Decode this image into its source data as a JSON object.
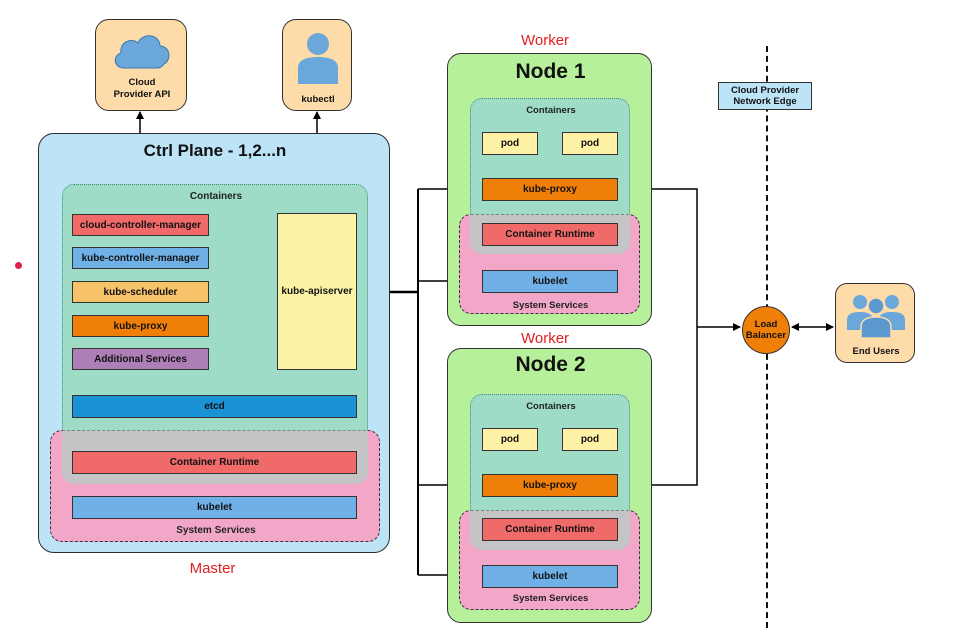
{
  "cloud_api": {
    "label": "Cloud\nProvider API"
  },
  "kubectl": {
    "label": "kubectl"
  },
  "master": {
    "title": "Ctrl Plane - 1,2...n",
    "caption": "Master",
    "containers_label": "Containers",
    "components": [
      "cloud-controller-manager",
      "kube-controller-manager",
      "kube-scheduler",
      "kube-proxy",
      "Additional Services"
    ],
    "apiserver": "kube-apiserver",
    "etcd": "etcd",
    "container_runtime": "Container Runtime",
    "kubelet": "kubelet",
    "system_services_label": "System Services"
  },
  "nodes": [
    {
      "caption": "Worker",
      "title": "Node 1",
      "containers_label": "Containers",
      "pods": [
        "pod",
        "pod"
      ],
      "kube_proxy": "kube-proxy",
      "container_runtime": "Container Runtime",
      "kubelet": "kubelet",
      "system_services_label": "System Services"
    },
    {
      "caption": "Worker",
      "title": "Node 2",
      "containers_label": "Containers",
      "pods": [
        "pod",
        "pod"
      ],
      "kube_proxy": "kube-proxy",
      "container_runtime": "Container Runtime",
      "kubelet": "kubelet",
      "system_services_label": "System Services"
    }
  ],
  "network_edge": {
    "label": "Cloud Provider\nNetwork Edge"
  },
  "load_balancer": {
    "label": "Load\nBalancer"
  },
  "end_users": {
    "label": "End Users"
  },
  "colors": {
    "master_bg": "#bde3f7",
    "containers_bg": "#9fdcc7",
    "system_bg": "#f2a7c8",
    "worker_bg": "#b7f09b",
    "red": "#f06a6a",
    "blue": "#6fb1e6",
    "amber": "#f7c36a",
    "orange": "#f07f0a",
    "purple": "#ad7fb6",
    "etcd": "#1a93d6",
    "apiserver": "#fdf3a6",
    "pod": "#fff2a6",
    "ext_box": "#fddcaa",
    "caption_red": "#e02020"
  }
}
